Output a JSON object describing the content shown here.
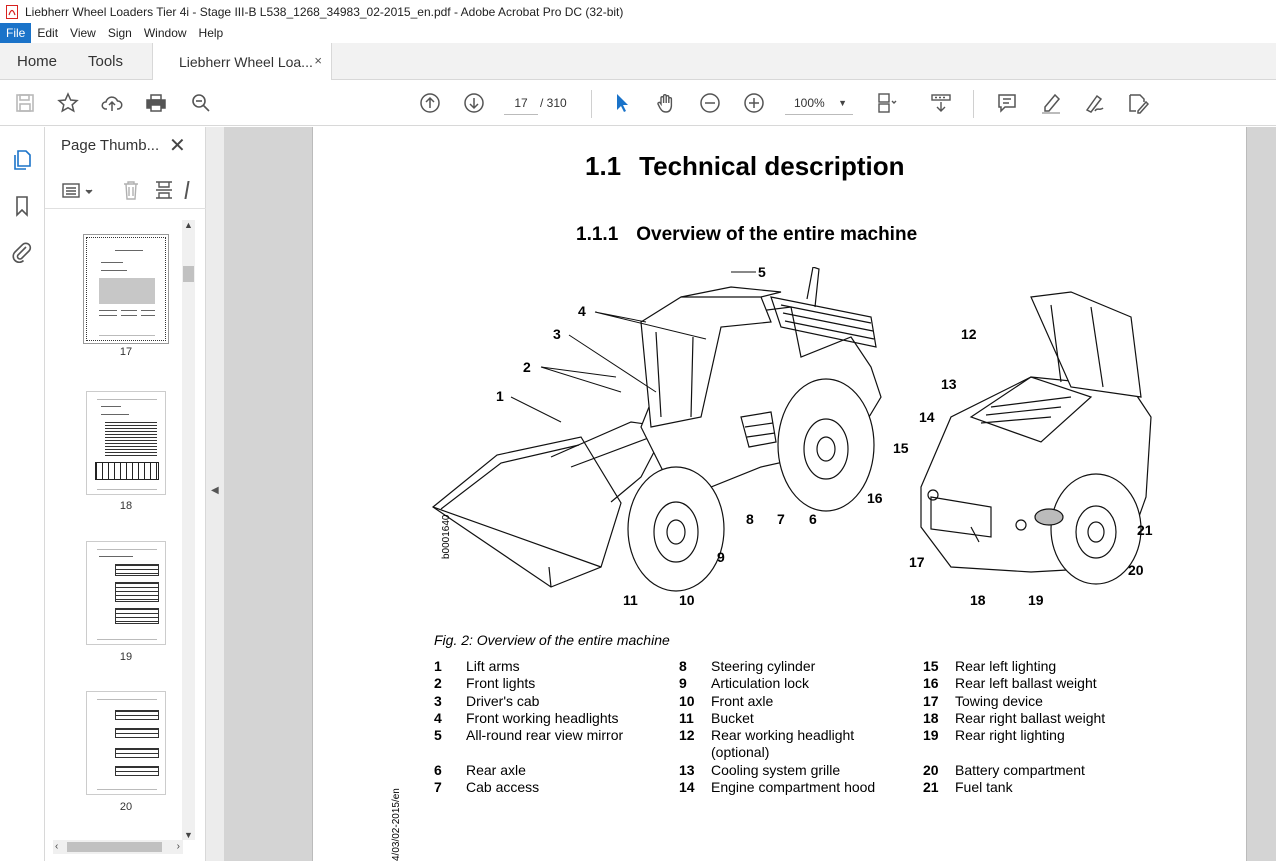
{
  "window": {
    "title": "Liebherr Wheel Loaders Tier 4i - Stage III-B L538_1268_34983_02-2015_en.pdf - Adobe Acrobat Pro DC (32-bit)"
  },
  "menu": [
    "File",
    "Edit",
    "View",
    "Sign",
    "Window",
    "Help"
  ],
  "tabs": {
    "home": "Home",
    "tools": "Tools",
    "document": "Liebherr Wheel Loa...",
    "close_glyph": "×"
  },
  "toolbar": {
    "current_page": "17",
    "page_total": "/ 310",
    "zoom": "100%"
  },
  "panel": {
    "title": "Page Thumb...",
    "close_glyph": "✕",
    "thumbnails": [
      {
        "page": "17",
        "selected": true
      },
      {
        "page": "18",
        "selected": false
      },
      {
        "page": "19",
        "selected": false
      },
      {
        "page": "20",
        "selected": false
      }
    ]
  },
  "document": {
    "section_number": "1.1",
    "section_title": "Technical description",
    "subsection_number": "1.1.1",
    "subsection_title": "Overview of the entire machine",
    "figure_code": "b0001640",
    "figure_caption": "Fig. 2: Overview of the entire machine",
    "footer_code": "4/03/02-2015/en",
    "callouts_front": [
      "1",
      "2",
      "3",
      "4",
      "5",
      "6",
      "7",
      "8",
      "9",
      "10",
      "11"
    ],
    "callouts_rear": [
      "12",
      "13",
      "14",
      "15",
      "16",
      "17",
      "18",
      "19",
      "20",
      "21"
    ],
    "legend": [
      [
        {
          "n": "1",
          "t": "Lift arms"
        },
        {
          "n": "2",
          "t": "Front lights"
        },
        {
          "n": "3",
          "t": "Driver's cab"
        },
        {
          "n": "4",
          "t": "Front working headlights"
        },
        {
          "n": "5",
          "t": "All-round rear view mirror"
        },
        {
          "n": "6",
          "t": "Rear axle"
        },
        {
          "n": "7",
          "t": "Cab access"
        }
      ],
      [
        {
          "n": "8",
          "t": "Steering cylinder"
        },
        {
          "n": "9",
          "t": "Articulation lock"
        },
        {
          "n": "10",
          "t": "Front axle"
        },
        {
          "n": "11",
          "t": "Bucket"
        },
        {
          "n": "12",
          "t": "Rear working headlight (optional)"
        },
        {
          "n": "13",
          "t": "Cooling system grille"
        },
        {
          "n": "14",
          "t": "Engine compartment hood"
        }
      ],
      [
        {
          "n": "15",
          "t": "Rear left lighting"
        },
        {
          "n": "16",
          "t": "Rear left ballast weight"
        },
        {
          "n": "17",
          "t": "Towing device"
        },
        {
          "n": "18",
          "t": "Rear right ballast weight"
        },
        {
          "n": "19",
          "t": "Rear right lighting"
        },
        {
          "n": "20",
          "t": "Battery compartment"
        },
        {
          "n": "21",
          "t": "Fuel tank"
        }
      ]
    ]
  },
  "colors": {
    "accent": "#1a73c9",
    "chrome": "#f2f2f2",
    "canvas": "#d4d4d4",
    "icon": "#555555",
    "pdf_red": "#d8221f"
  },
  "icons": [
    "pdf-icon",
    "save-icon",
    "star-icon",
    "upload-icon",
    "print-icon",
    "zoom-search-icon",
    "page-up-icon",
    "page-down-icon",
    "select-cursor-icon",
    "hand-icon",
    "zoom-out-icon",
    "zoom-in-icon",
    "fit-page-icon",
    "scroll-mode-icon",
    "comment-icon",
    "highlight-icon",
    "sign-icon",
    "edit-icon",
    "pages-icon",
    "bookmark-icon",
    "attachment-icon",
    "options-icon",
    "trash-icon",
    "replace-icon"
  ]
}
